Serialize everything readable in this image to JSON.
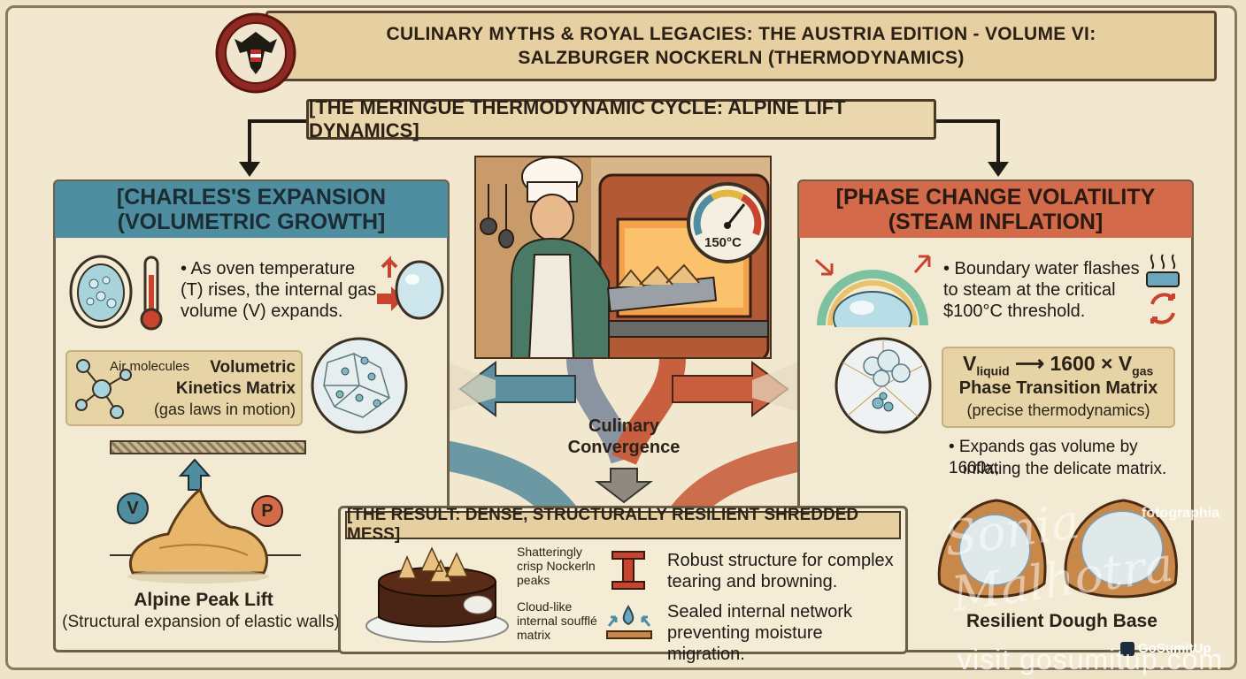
{
  "header": {
    "title_line1": "CULINARY MYTHS & ROYAL LEGACIES: THE AUSTRIA EDITION - VOLUME VI:",
    "title_line2": "SALZBURGER NOCKERLN (THERMODYNAMICS)",
    "subtitle": "[THE MERINGUE THERMODYNAMIC CYCLE: ALPINE LIFT DYNAMICS]"
  },
  "left_panel": {
    "title_line1": "[CHARLES'S EXPANSION",
    "title_line2": "(VOLUMETRIC GROWTH]",
    "bullet": "• As oven temperature (T) rises, the internal gas volume (V) expands.",
    "molecules_label": "Air molecules",
    "matrix_title_line1": "Volumetric",
    "matrix_title_line2": "Kinetics Matrix",
    "matrix_sub": "(gas laws in motion)",
    "v_label": "V",
    "p_label": "P",
    "peak_title": "Alpine Peak Lift",
    "peak_sub": "(Structural expansion of elastic walls)"
  },
  "center": {
    "oven_temp": "150°C",
    "convergence_line1": "Culinary",
    "convergence_line2": "Convergence"
  },
  "right_panel": {
    "title_line1": "[PHASE CHANGE VOLATILITY",
    "title_line2": "(STEAM INFLATION]",
    "bullet": "• Boundary water flashes to steam at the critical $100°C threshold.",
    "formula_v": "V",
    "formula_liquid": "liquid",
    "formula_arrow": "⟶",
    "formula_mid": "1600 × V",
    "formula_gas": "gas",
    "matrix_title": "Phase Transition Matrix",
    "matrix_sub": "(precise thermodynamics)",
    "bullet2_line1": "• Expands gas volume by 1600x,",
    "bullet2_line2": "inflating the delicate matrix.",
    "base_label": "Resilient Dough Base"
  },
  "result": {
    "title": "[THE RESULT: DENSE, STRUCTURALLY RESILIENT SHREDDED MESS]",
    "label_peaks": "Shatteringly crisp Nockerln peaks",
    "label_matrix": "Cloud-like internal soufflé matrix",
    "point1": "Robust structure for complex tearing and browning.",
    "point2": "Sealed internal network preventing moisture migration."
  },
  "watermarks": {
    "fotographia": "fotographia",
    "script": "Sonia Malhotra",
    "brand": "GoSumitUp",
    "url": "visit gosumitup.com"
  },
  "colors": {
    "teal": "#4f8ea0",
    "terracotta": "#d36a4a",
    "parchment": "#f2e8cf",
    "ink": "#2a2015"
  }
}
